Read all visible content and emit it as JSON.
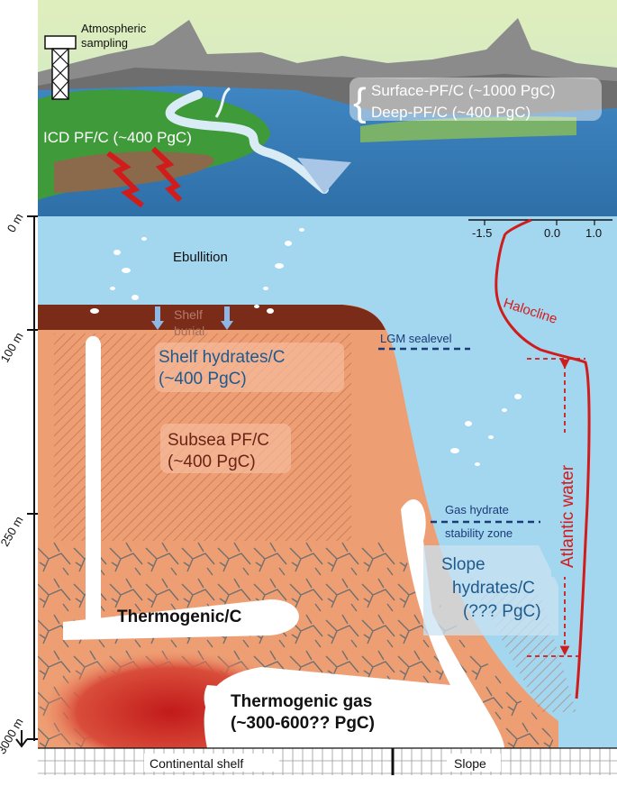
{
  "depth_labels": [
    "0 m",
    "100 m",
    "250 m",
    "3000 m"
  ],
  "top_scene": {
    "atmospheric_sampling": [
      "Atmospheric",
      "sampling"
    ],
    "surface_pf": "Surface-PF/C (~1000 PgC)",
    "deep_pf": "Deep-PF/C (~400 PgC)",
    "icd_pf": "ICD PF/C (~400 PgC)"
  },
  "labels": {
    "ebullition": "Ebullition",
    "shelf_burial": [
      "Shelf",
      "burial"
    ],
    "lgm_sealevel": "LGM sealevel",
    "shelf_hydrates": [
      "Shelf hydrates/C",
      "(~400 PgC)"
    ],
    "subsea_pf": [
      "Subsea PF/C",
      "(~400 PgC)"
    ],
    "gas_hydrate_zone": [
      "Gas hydrate",
      "stability zone"
    ],
    "slope_hydrates": [
      "Slope",
      "hydrates/C",
      "(??? PgC)"
    ],
    "thermogenic_c": "Thermogenic/C",
    "thermogenic_gas": [
      "Thermogenic gas",
      "(~300-600?? PgC)"
    ],
    "halocline": "Halocline",
    "atlantic_water": "Atlantic water"
  },
  "salinity_axis": {
    "ticks": [
      "-1.5",
      "0.0",
      "1.0"
    ]
  },
  "bottom_scale": {
    "continental_shelf": "Continental shelf",
    "slope": "Slope"
  },
  "colors": {
    "sky_top": "#d9e8b0",
    "water": "#9fd4ee",
    "sediment": "#ee9e73",
    "shelf_top": "#7a2c18",
    "label_blue": "#1f5a8c",
    "label_brown": "#6b2415",
    "halocline_red": "#d11c1c"
  }
}
